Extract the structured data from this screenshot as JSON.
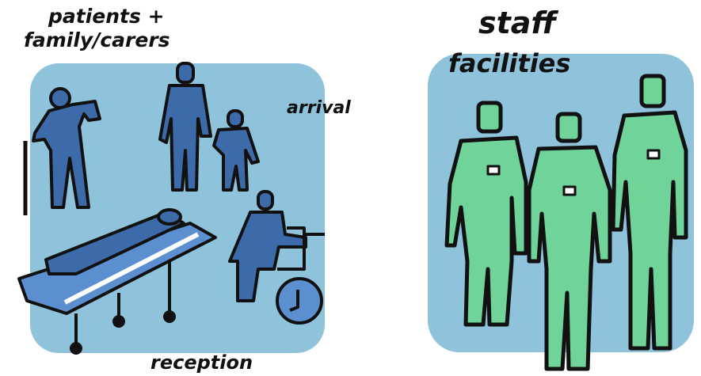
{
  "labels": {
    "patients_line1": "patients +",
    "patients_line2": "family/carers",
    "arrival": "arrival",
    "reception": "reception",
    "staff": "staff",
    "facilities": "facilities"
  },
  "colors": {
    "panel": "#8fc3dc",
    "patient_figure": "#3d6aa8",
    "staff_figure": "#6fd39a",
    "outline": "#111111"
  },
  "icons": [
    "elderly-person-with-cane-icon",
    "adult-with-child-icon",
    "patient-on-stretcher-icon",
    "wheelchair-user-icon",
    "staff-member-icon"
  ]
}
